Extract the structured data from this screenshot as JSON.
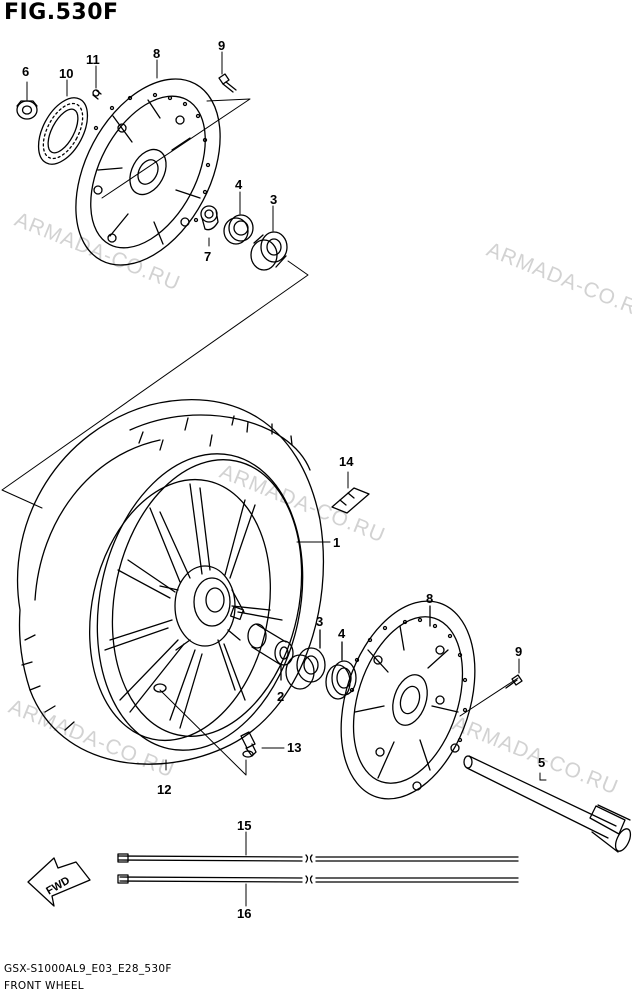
{
  "figure": {
    "title": "FIG.530F",
    "footer_code": "GSX-S1000AL9_E03_E28_530F",
    "footer_name": "FRONT WHEEL",
    "watermark": "ARMADA-CO.RU",
    "fwd_label": "FWD"
  },
  "callouts": {
    "c1": "1",
    "c2": "2",
    "c3a": "3",
    "c3b": "3",
    "c4a": "4",
    "c4b": "4",
    "c5": "5",
    "c6": "6",
    "c7": "7",
    "c8a": "8",
    "c8b": "8",
    "c9a": "9",
    "c9b": "9",
    "c10": "10",
    "c11": "11",
    "c12": "12",
    "c13": "13",
    "c14": "14",
    "c15": "15",
    "c16": "16"
  }
}
